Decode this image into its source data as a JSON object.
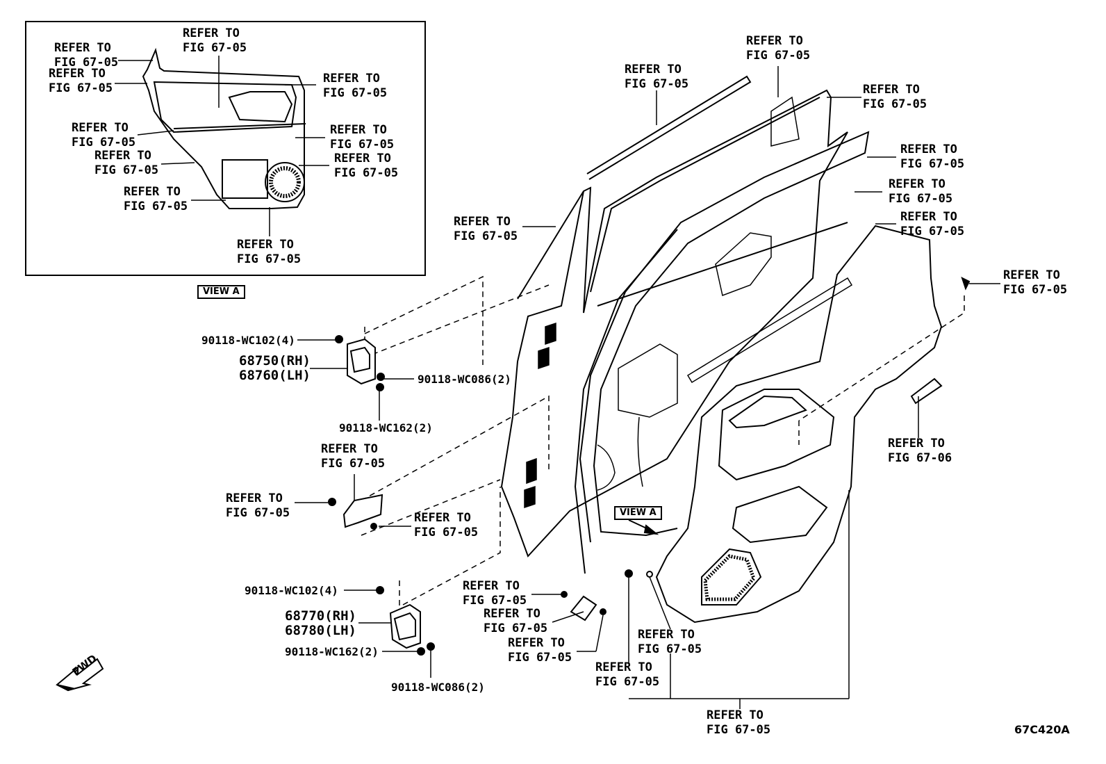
{
  "refer_label": {
    "line1": "REFER TO",
    "line2": "FIG 67-05"
  },
  "refer_label_06": {
    "line1": "REFER TO",
    "line2": "FIG 67-06"
  },
  "view_label": "VIEW A",
  "fwd_label": "FWD",
  "diagram_code": "67C420A",
  "parts": {
    "bolt_upper": "90118-WC102(4)",
    "hinge_upper_rh": "68750(RH)",
    "hinge_upper_lh": "68760(LH)",
    "nut_upper": "90118-WC086(2)",
    "bolt_upper_b": "90118-WC162(2)",
    "bolt_lower": "90118-WC102(4)",
    "hinge_lower_rh": "68770(RH)",
    "hinge_lower_lh": "68780(LH)",
    "bolt_lower_b": "90118-WC162(2)",
    "nut_lower": "90118-WC086(2)"
  }
}
